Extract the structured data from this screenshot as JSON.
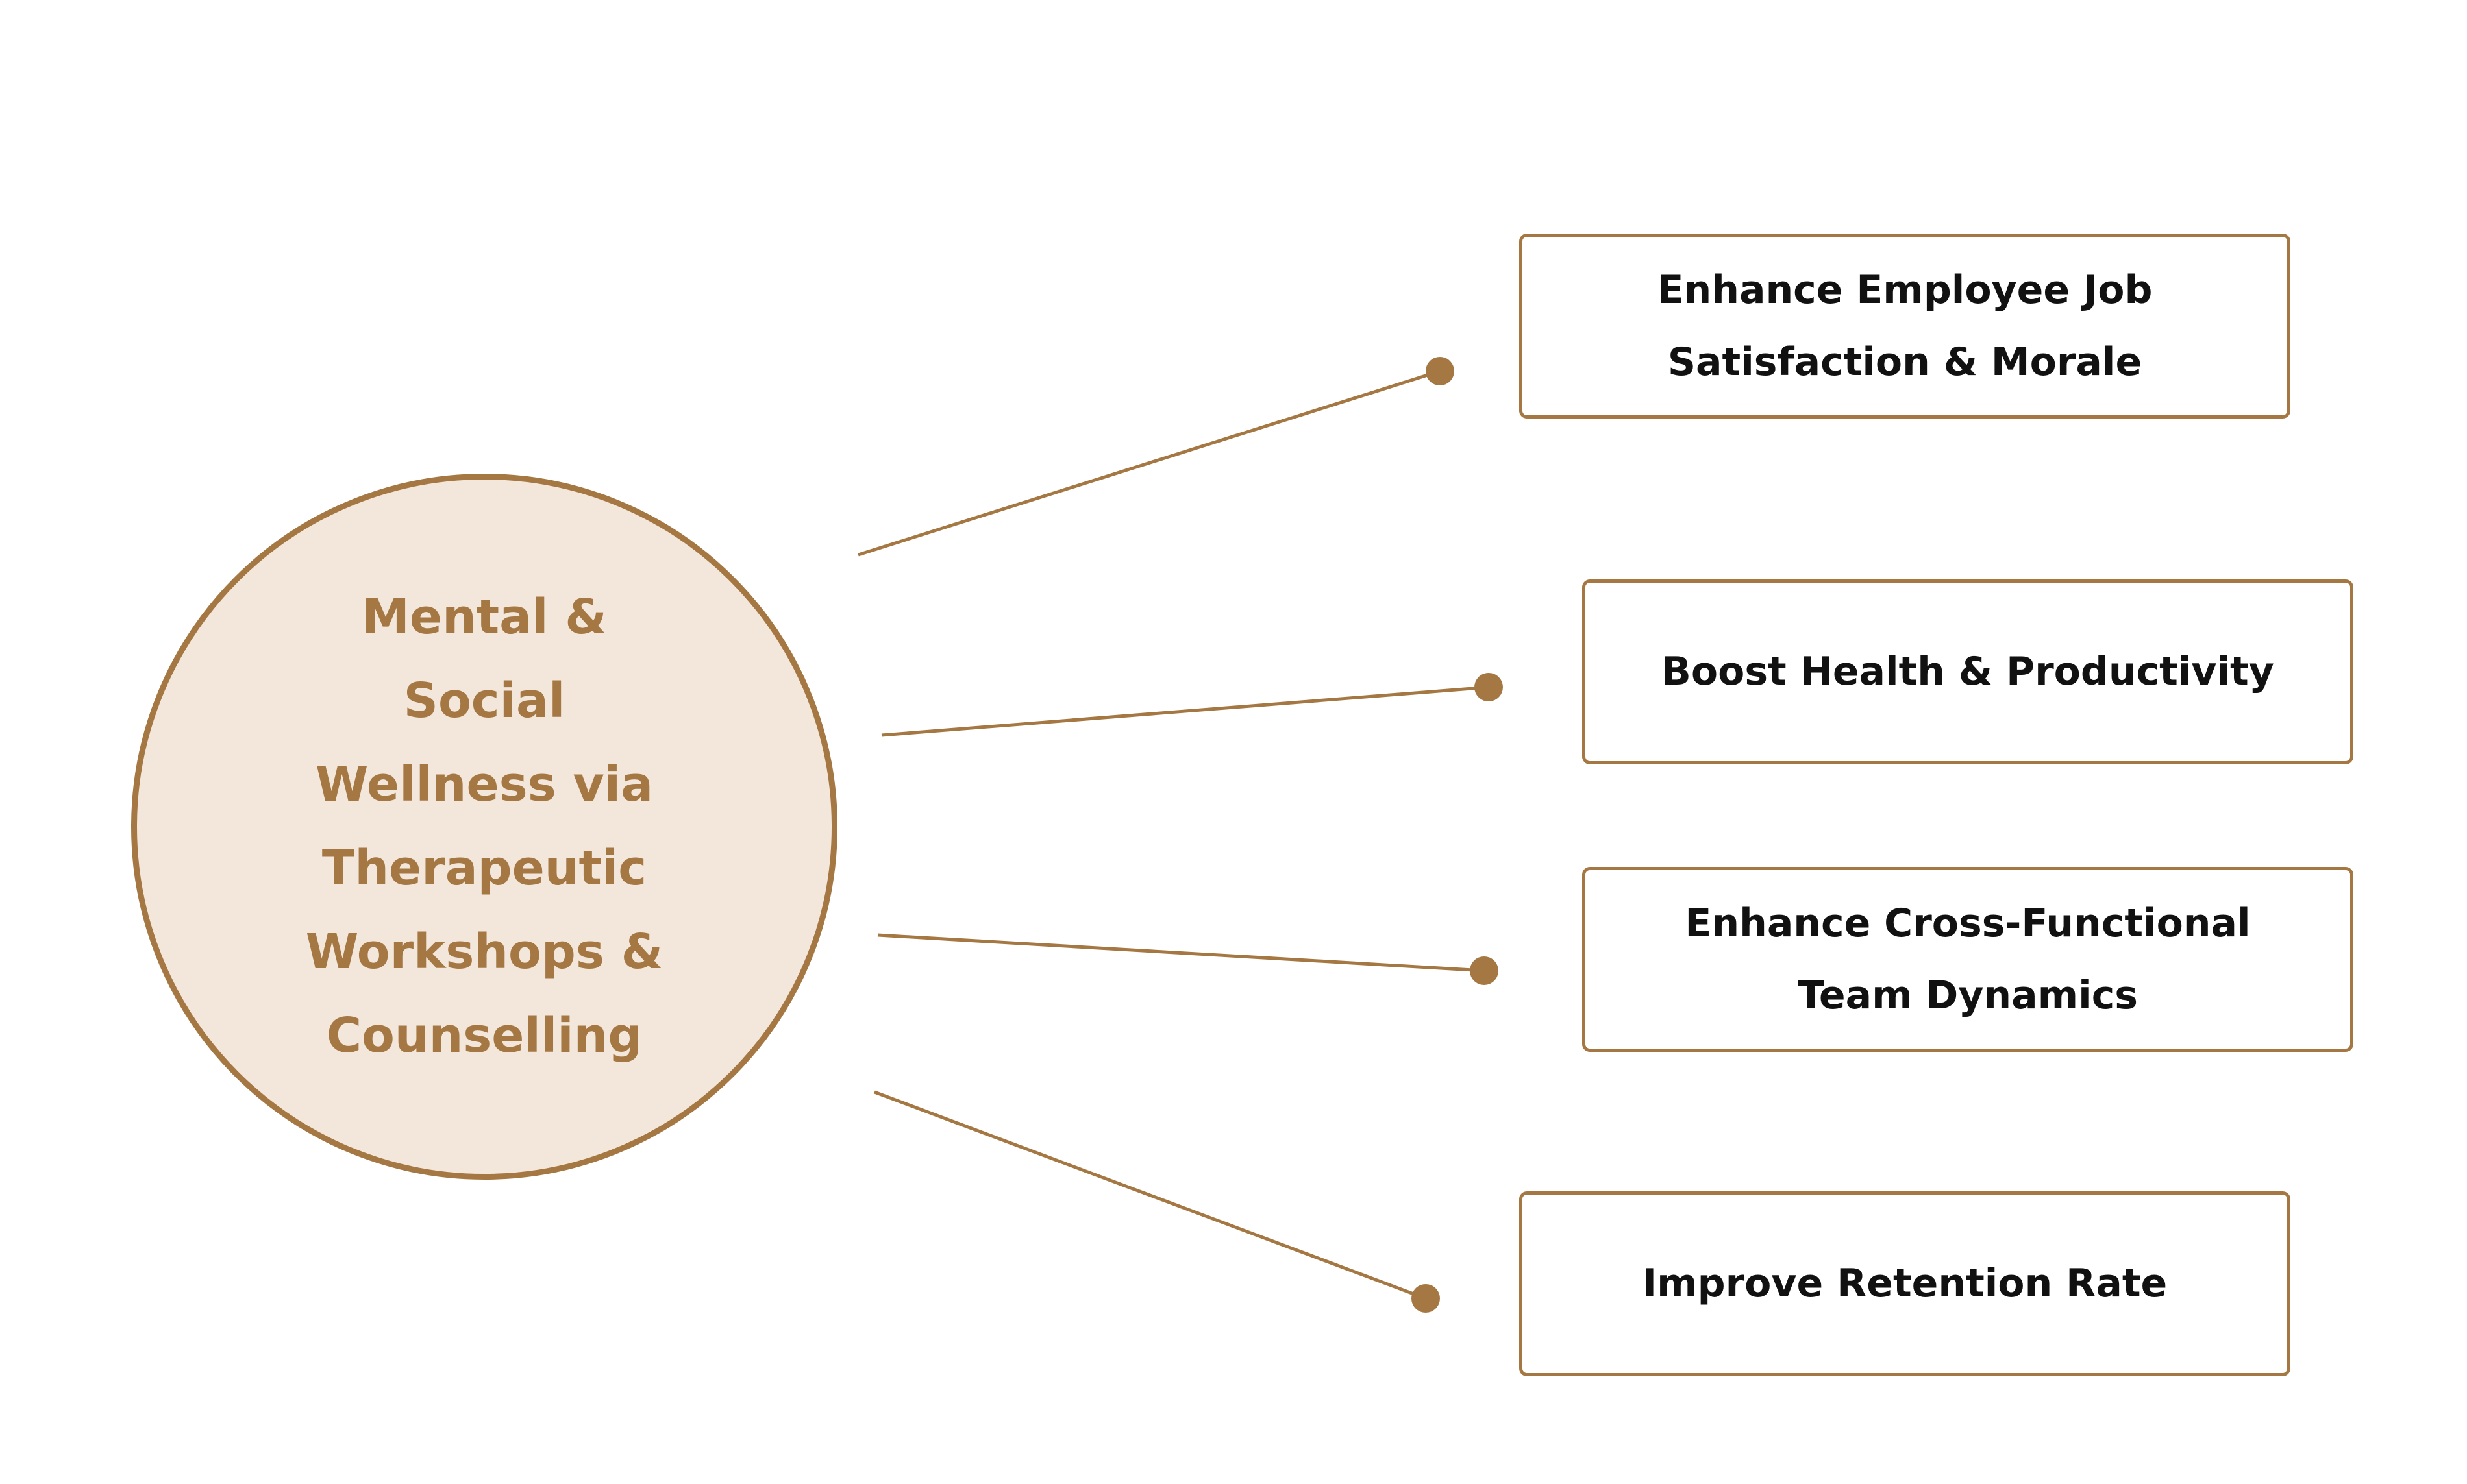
{
  "hub": {
    "label": "Mental & Social Wellness via Therapeutic Workshops & Counselling"
  },
  "outcomes": [
    {
      "label": "Enhance Employee Job Satisfaction & Morale"
    },
    {
      "label": "Boost Health & Productivity"
    },
    {
      "label": "Enhance Cross-Functional Team Dynamics"
    },
    {
      "label": "Improve Retention Rate"
    }
  ],
  "colors": {
    "accent": "#a57843",
    "hub_fill": "#f3e7dc",
    "text": "#111111"
  }
}
